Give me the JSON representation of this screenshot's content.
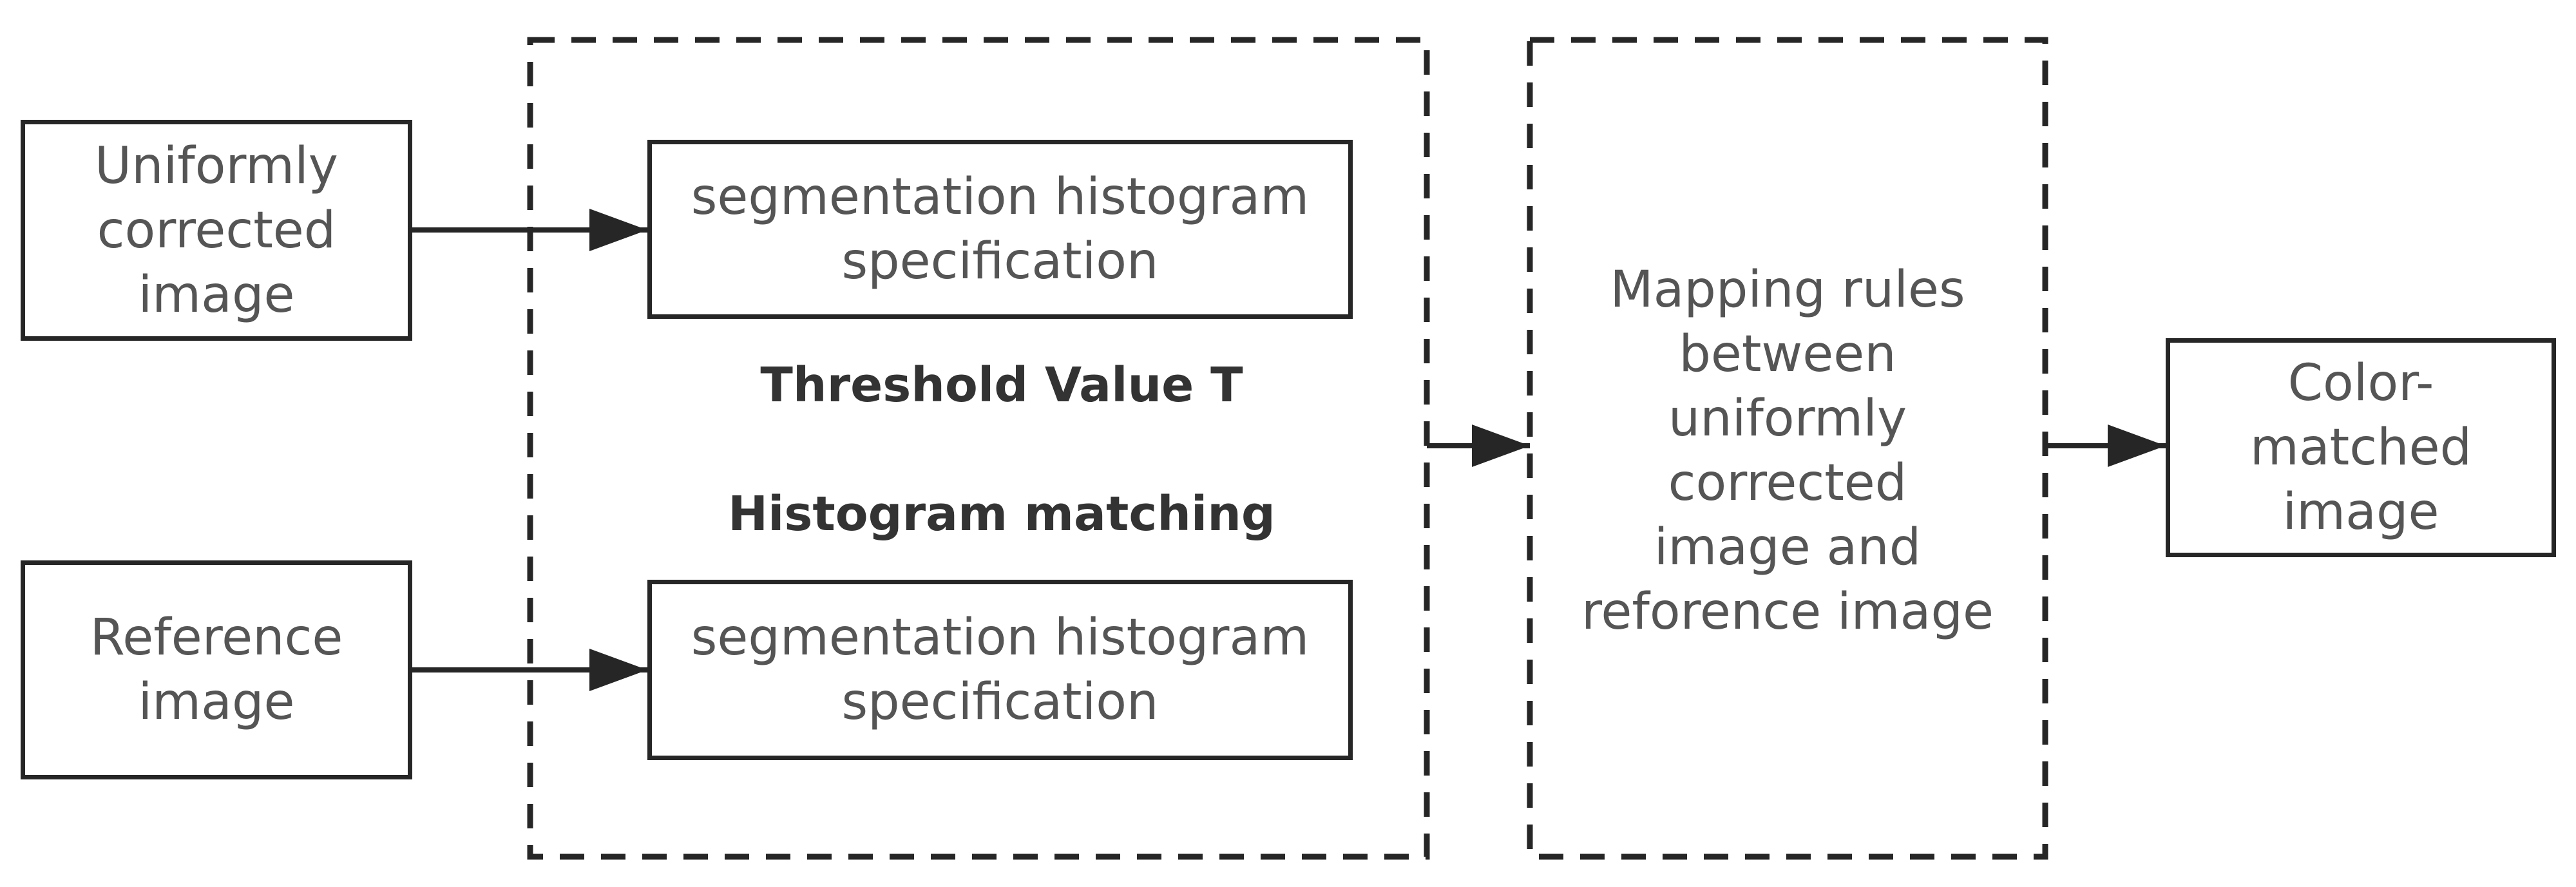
{
  "nodes": {
    "input_uniform": "Uniformly\ncorrected\nimage",
    "input_reference": "Reference\nimage",
    "seg_top": "segmentation histogram\nspecification",
    "seg_bottom": "segmentation histogram\nspecification",
    "threshold": "Threshold Value T",
    "histogram_matching": "Histogram matching",
    "mapping_rules": "Mapping rules\nbetween\nuniformly\ncorrected\nimage and\nreforence image",
    "output": "Color-\nmatched\nimage"
  },
  "colors": {
    "stroke": "#262626",
    "text": "#555555",
    "bold_text": "#333333",
    "background": "#ffffff"
  }
}
